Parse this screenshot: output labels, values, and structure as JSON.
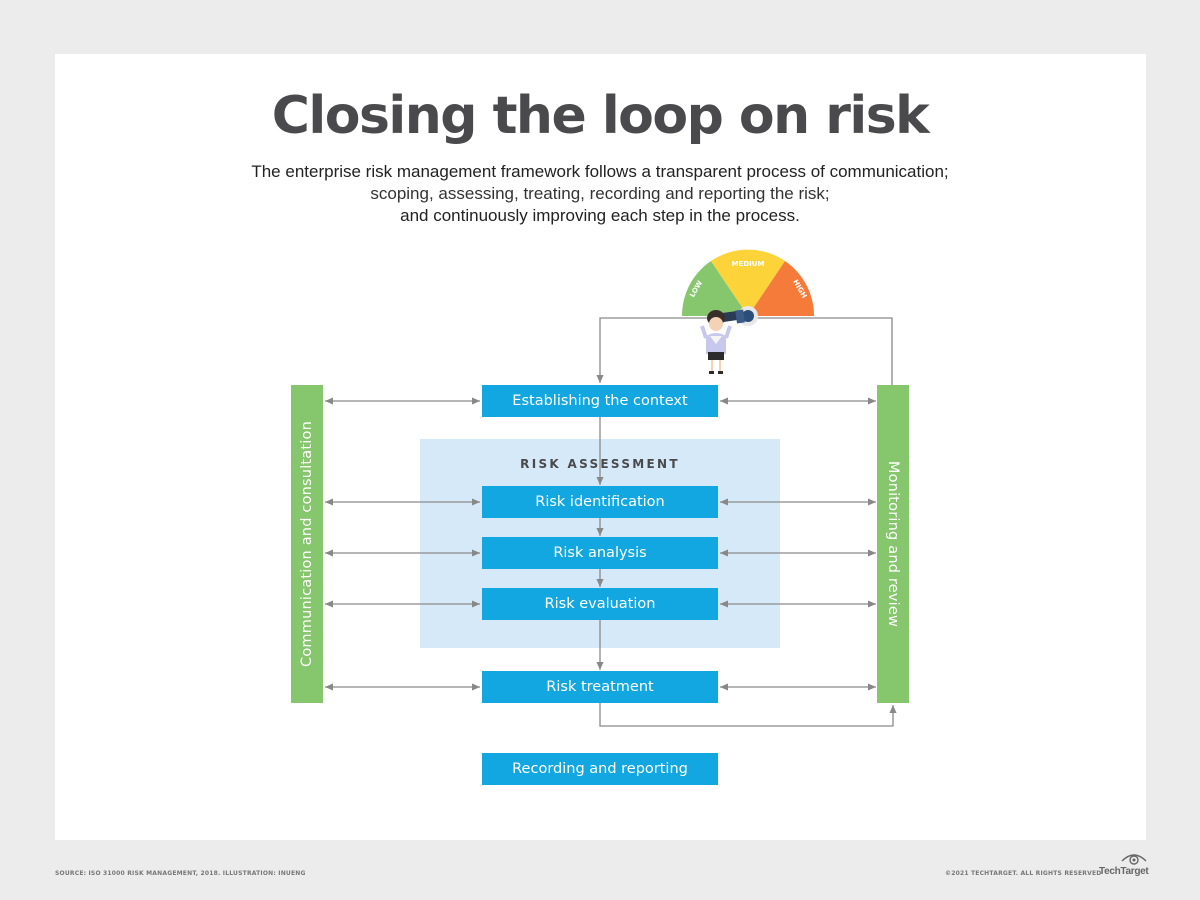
{
  "header": {
    "title": "Closing the loop on risk",
    "subtitle_line1": "The enterprise risk management framework follows a transparent process of communication;",
    "subtitle_line2": "scoping, assessing, treating, recording and reporting the risk;",
    "subtitle_line3": "and continuously improving each step in the process."
  },
  "gauge": {
    "low": "LOW",
    "medium": "MEDIUM",
    "high": "HIGH",
    "colors": {
      "low": "#86c66c",
      "medium": "#fcd439",
      "high": "#f47b3a"
    }
  },
  "process": {
    "context": "Establishing the context",
    "assessment_label": "RISK ASSESSMENT",
    "identification": "Risk identification",
    "analysis": "Risk analysis",
    "evaluation": "Risk evaluation",
    "treatment": "Risk treatment",
    "recording": "Recording and reporting"
  },
  "sides": {
    "left": "Communication and consultation",
    "right": "Monitoring and review"
  },
  "colors": {
    "box": "#12a7e0",
    "side": "#86c66c",
    "assessment_bg": "#d5e9f8",
    "title": "#4a4a4c"
  },
  "footer": {
    "source": "SOURCE: ISO 31000 RISK MANAGEMENT, 2018. ILLUSTRATION: INUENG",
    "copyright": "©2021 TECHTARGET. ALL RIGHTS RESERVED",
    "brand": "TechTarget"
  }
}
